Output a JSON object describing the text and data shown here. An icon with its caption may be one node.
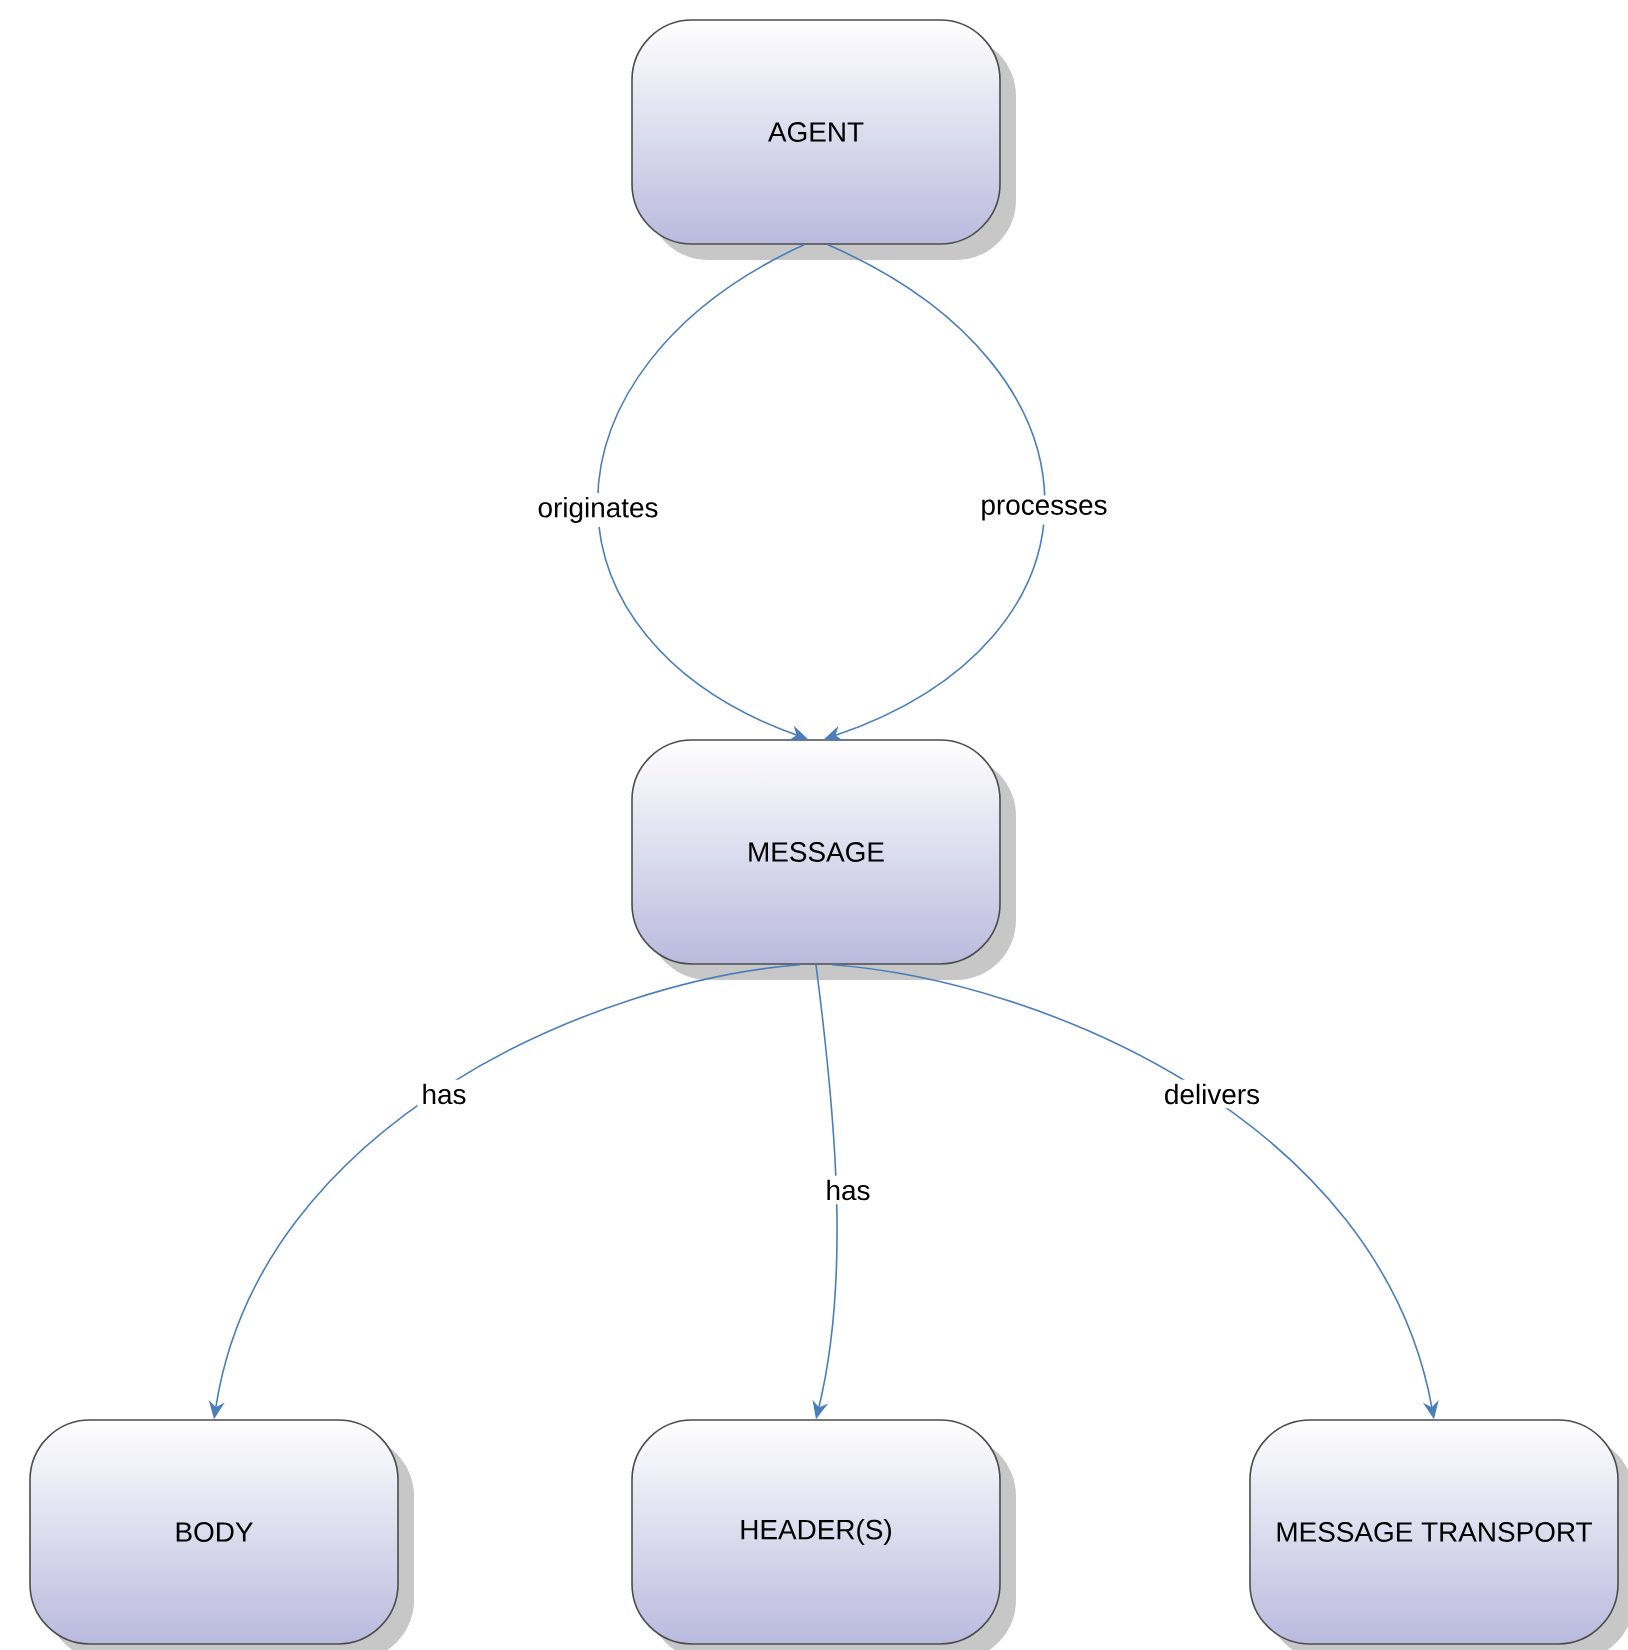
{
  "diagram": {
    "nodes": [
      {
        "text": [
          "AGENT"
        ]
      },
      {
        "text": [
          "MESSAGE"
        ]
      },
      {
        "text": [
          "BODY"
        ]
      },
      {
        "text": [
          "HEADER(S)"
        ]
      },
      {
        "text": [
          "MESSAGE TRANSPORT"
        ]
      }
    ],
    "edges": [
      {
        "from": 0,
        "to": 1,
        "arrow": "to",
        "label": "originates"
      },
      {
        "from": 0,
        "to": 1,
        "arrow": "to",
        "label": "processes"
      },
      {
        "from": 1,
        "to": 2,
        "arrow": "to",
        "label": "has"
      },
      {
        "from": 1,
        "to": 3,
        "arrow": "to",
        "label": "has"
      },
      {
        "from": 1,
        "to": 4,
        "arrow": "to",
        "label": "delivers"
      }
    ]
  }
}
